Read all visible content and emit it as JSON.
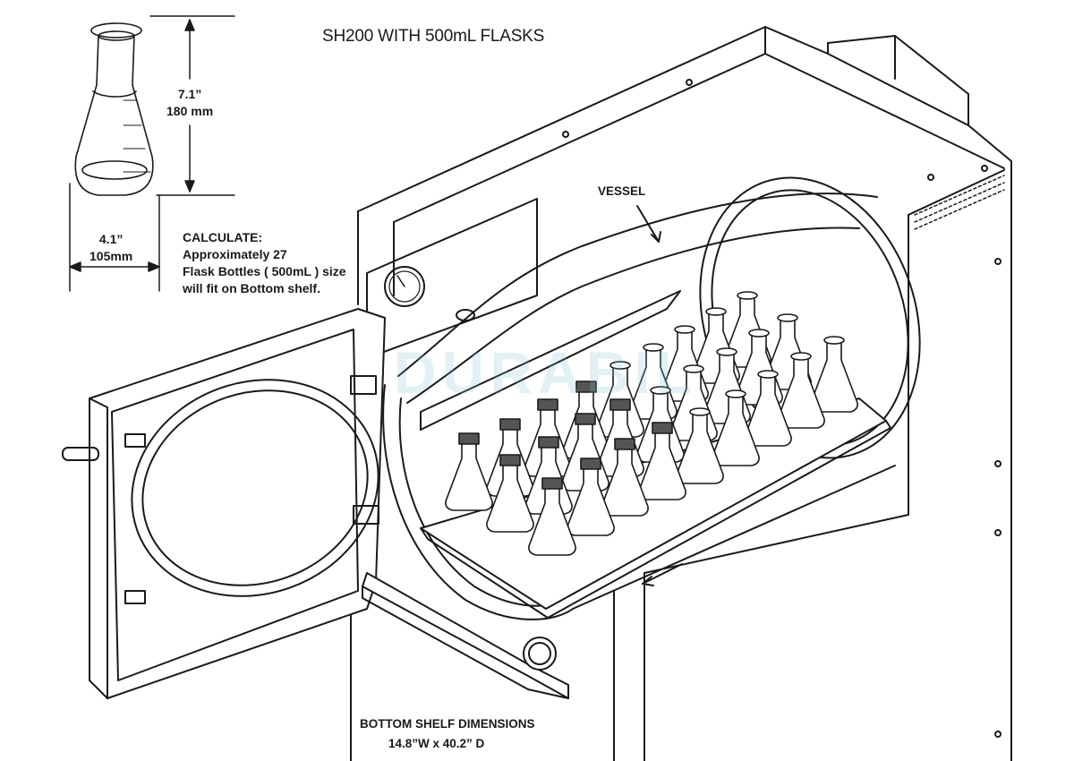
{
  "title": "SH200 WITH 500mL FLASKS",
  "flask_height": {
    "inches": "7.1”",
    "mm": "180 mm"
  },
  "flask_width": {
    "inches": "4.1”",
    "mm": "105mm"
  },
  "calculate": {
    "heading": "CALCULATE:",
    "lines": [
      "Approximately  27",
      "Flask Bottles ( 500mL ) size",
      "will fit on Bottom shelf."
    ]
  },
  "vessel_label": "VESSEL",
  "bottom_shelf": {
    "heading": "BOTTOM SHELF DIMENSIONS",
    "value": "14.8”W x 40.2” D"
  },
  "watermark": "DURABIL",
  "flask_count": 27,
  "colors": {
    "line": "#1a1a1a",
    "watermark": "#78becd"
  }
}
